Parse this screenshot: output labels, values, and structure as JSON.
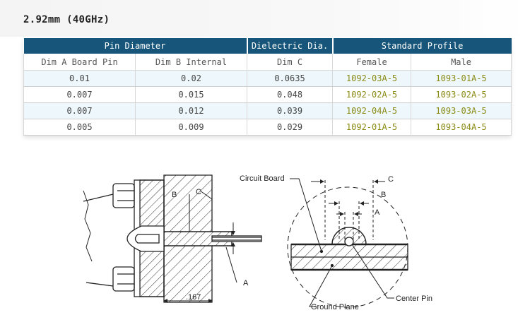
{
  "heading": "2.92mm (40GHz)",
  "table": {
    "group_headers": [
      "Pin Diameter",
      "Dielectric Dia.",
      "Standard Profile"
    ],
    "columns": [
      "Dim A Board Pin",
      "Dim B Internal",
      "Dim C",
      "Female",
      "Male"
    ],
    "rows": [
      [
        "0.01",
        "0.02",
        "0.0635",
        "1092-03A-5",
        "1093-01A-5"
      ],
      [
        "0.007",
        "0.015",
        "0.048",
        "1092-02A-5",
        "1093-02A-5"
      ],
      [
        "0.007",
        "0.012",
        "0.039",
        "1092-04A-5",
        "1093-03A-5"
      ],
      [
        "0.005",
        "0.009",
        "0.029",
        "1092-01A-5",
        "1093-04A-5"
      ]
    ],
    "colors": {
      "header_bg": "#17567a",
      "alt_row_bg": "#eef8fc",
      "part_number_text": "#8a8a14"
    }
  },
  "drawing": {
    "side_view": {
      "label_b": "B",
      "label_c": "C",
      "label_a": "A",
      "dimension": ".167"
    },
    "end_view": {
      "circuit_board": "Circuit Board",
      "label_c": "C",
      "label_b": "B",
      "label_a": "A",
      "center_pin": "Center Pin",
      "ground_plane": "Ground Plane"
    }
  }
}
